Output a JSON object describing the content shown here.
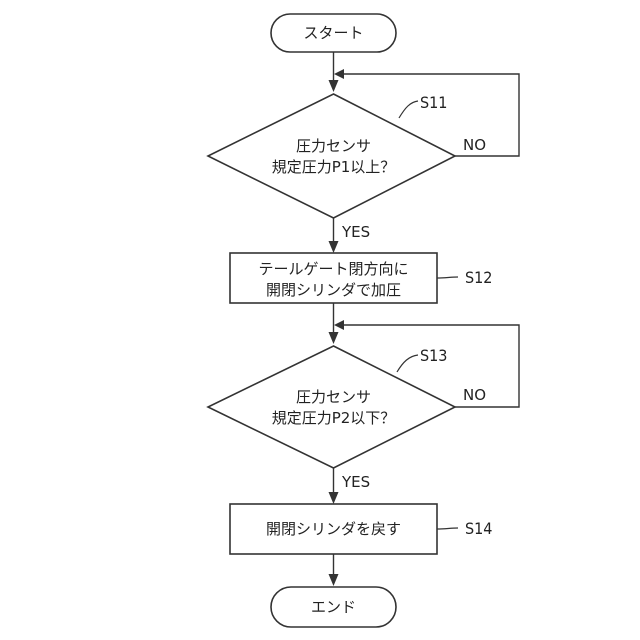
{
  "flowchart": {
    "start": {
      "label": "スタート"
    },
    "s11": {
      "step": "S11",
      "line1": "圧力センサ",
      "line2": "規定圧力P1以上？",
      "no_label": "NO",
      "yes_label": "YES"
    },
    "s12": {
      "step": "S12",
      "line1": "テールゲート閉方向に",
      "line2": "開閉シリンダで加圧"
    },
    "s13": {
      "step": "S13",
      "line1": "圧力センサ",
      "line2": "規定圧力P2以下？",
      "no_label": "NO",
      "yes_label": "YES"
    },
    "s14": {
      "step": "S14",
      "line1": "開閉シリンダを戻す"
    },
    "end": {
      "label": "エンド"
    }
  }
}
